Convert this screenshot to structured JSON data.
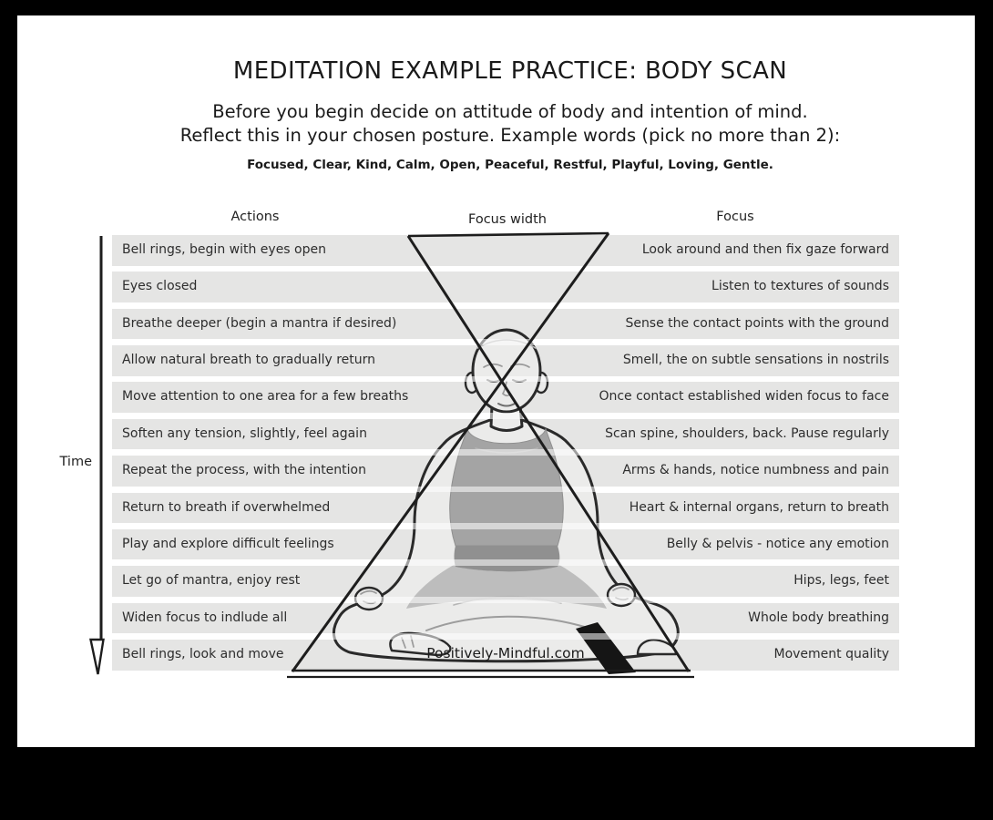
{
  "header": {
    "title": "MEDITATION EXAMPLE PRACTICE: BODY SCAN",
    "intro_line1": "Before you begin decide on attitude of body and intention of mind.",
    "intro_line2": "Reflect this in your chosen posture. Example words (pick no more than 2):",
    "example_words": "Focused, Clear, Kind, Calm, Open, Peaceful, Restful, Playful, Loving, Gentle."
  },
  "diagram": {
    "column_headers": {
      "actions": "Actions",
      "focus_width": "Focus width",
      "focus": "Focus"
    },
    "time_axis_label": "Time",
    "watermark": "Positively-Mindful.com",
    "rows": [
      {
        "action": "Bell rings, begin with eyes open",
        "focus": "Look around and then fix gaze forward"
      },
      {
        "action": "Eyes closed",
        "focus": "Listen to textures of sounds"
      },
      {
        "action": "Breathe deeper (begin a mantra if desired)",
        "focus": "Sense the contact points with the ground"
      },
      {
        "action": "Allow natural breath to gradually return",
        "focus": "Smell, the on subtle sensations in nostrils"
      },
      {
        "action": "Move attention to one area for a few breaths",
        "focus": "Once contact established widen focus to face"
      },
      {
        "action": "Soften any tension, slightly, feel again",
        "focus": "Scan spine, shoulders, back. Pause regularly"
      },
      {
        "action": "Repeat the process, with the intention",
        "focus": "Arms & hands, notice numbness and pain"
      },
      {
        "action": "Return to breath if overwhelmed",
        "focus": "Heart & internal organs, return to breath"
      },
      {
        "action": "Play and explore difficult feelings",
        "focus": "Belly & pelvis - notice any emotion"
      },
      {
        "action": "Let go of mantra, enjoy rest",
        "focus": "Hips, legs, feet"
      },
      {
        "action": "Widen focus to indlude all",
        "focus": "Whole body breathing"
      },
      {
        "action": "Bell rings, look and move",
        "focus": "Movement quality"
      }
    ],
    "colors": {
      "frame": "#000000",
      "canvas": "#ffffff",
      "band": "#e5e5e4",
      "row_text": "#2d2d2d",
      "line": "#1d1d1d",
      "figure_fill": "#ebebea",
      "tank_top": "#a4a4a4"
    }
  }
}
